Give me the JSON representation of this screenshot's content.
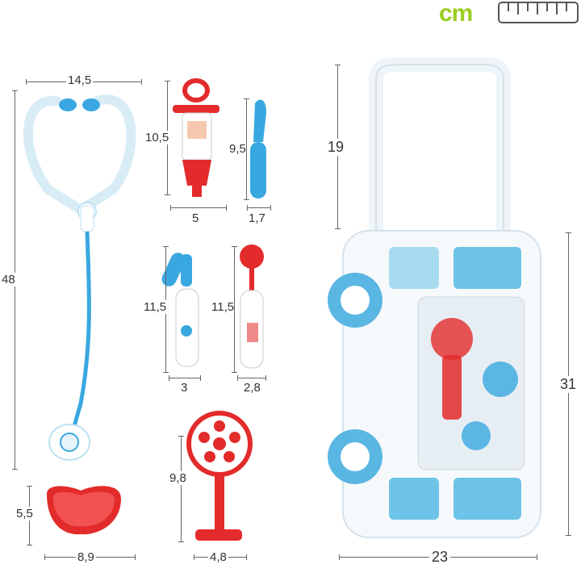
{
  "unit_label": "cm",
  "icons": {
    "ruler": "ruler-icon"
  },
  "colors": {
    "blue": "#3aa8e0",
    "red": "#e32b2b",
    "white": "#ffffff",
    "unit_green": "#9acd20"
  },
  "dimensions": {
    "stethoscope_width": "14,5",
    "stethoscope_height": "48",
    "syringe_height": "10,5",
    "syringe_width": "5",
    "scalpel_height": "9,5",
    "scalpel_width": "1,7",
    "reflex_hammer_height": "11,5",
    "reflex_hammer_width": "3",
    "mirror_height": "11,5",
    "mirror_width": "2,8",
    "tray_height": "5,5",
    "tray_width": "8,9",
    "lamp_height": "9,8",
    "lamp_width": "4,8",
    "case_handle_height": "19",
    "case_height": "31",
    "case_width": "23"
  }
}
